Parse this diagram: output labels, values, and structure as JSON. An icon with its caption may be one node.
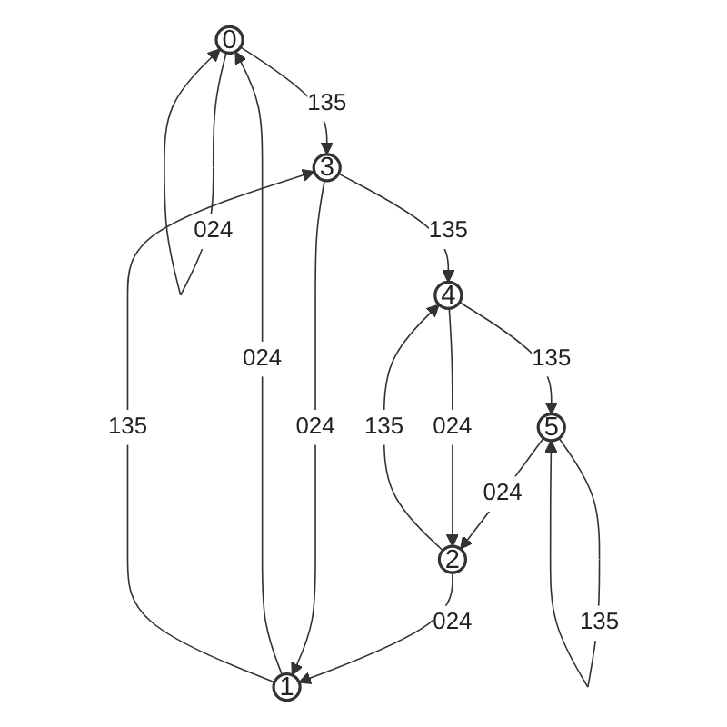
{
  "diagram": {
    "nodes": [
      {
        "text": [
          "0"
        ]
      },
      {
        "text": [
          "1"
        ]
      },
      {
        "text": [
          "2"
        ]
      },
      {
        "text": [
          "3"
        ]
      },
      {
        "text": [
          "4"
        ]
      },
      {
        "text": [
          "5"
        ]
      }
    ],
    "edges": [
      {
        "from": 0,
        "to": 0,
        "arrow": "to",
        "label": "024"
      },
      {
        "from": 1,
        "to": 0,
        "arrow": "to",
        "label": "024"
      },
      {
        "from": 2,
        "to": 1,
        "arrow": "to",
        "label": "024"
      },
      {
        "from": 3,
        "to": 1,
        "arrow": "to",
        "label": "024"
      },
      {
        "from": 1,
        "to": 3,
        "arrow": "to",
        "label": "135"
      },
      {
        "from": 5,
        "to": 2,
        "arrow": "to",
        "label": "024"
      },
      {
        "from": 4,
        "to": 2,
        "arrow": "to",
        "label": "024"
      },
      {
        "from": 0,
        "to": 3,
        "arrow": "to",
        "label": "135"
      },
      {
        "from": 2,
        "to": 4,
        "arrow": "to",
        "label": "135"
      },
      {
        "from": 3,
        "to": 4,
        "arrow": "to",
        "label": "135"
      },
      {
        "from": 4,
        "to": 5,
        "arrow": "to",
        "label": "135"
      },
      {
        "from": 5,
        "to": 5,
        "arrow": "to",
        "label": "135"
      }
    ]
  }
}
